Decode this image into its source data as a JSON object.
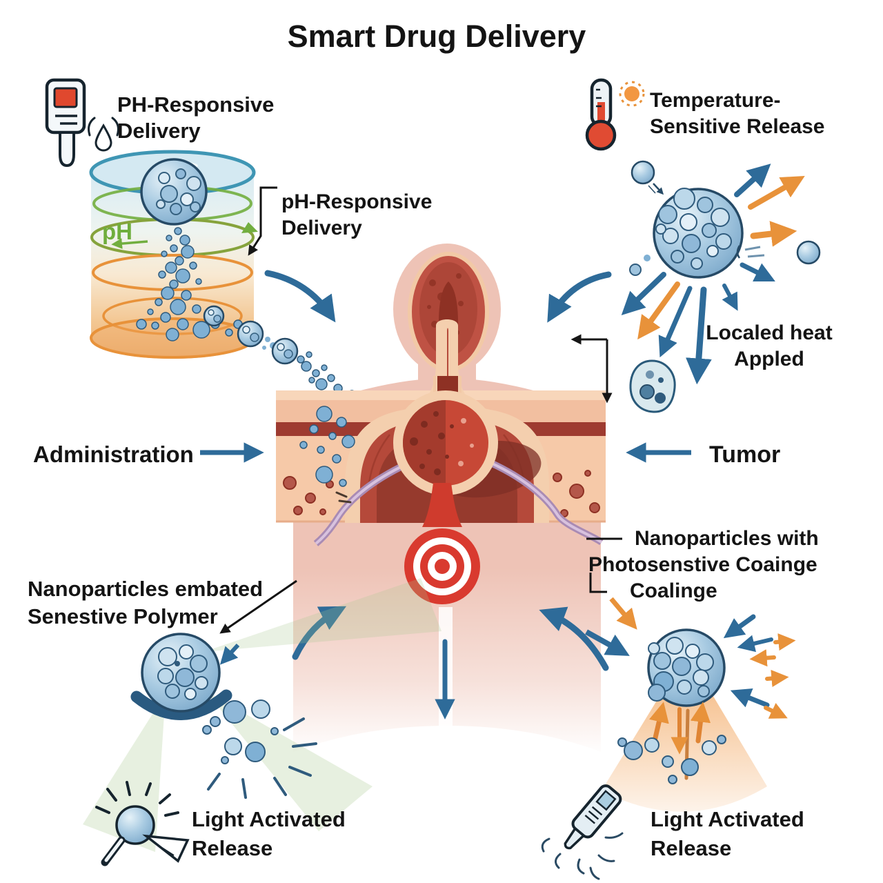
{
  "title": "Smart Drug Delivery",
  "colors": {
    "arrow_blue": "#2e6b99",
    "arrow_orange": "#e8923a",
    "ph_green": "#6fae3d",
    "target_red": "#d93a2f",
    "nanoparticle_blue": "#7fb0d4",
    "skin": "#eec3b6",
    "tissue_peach": "#f2bfa0",
    "cavity_red": "#b5493a"
  },
  "sections": {
    "ph": {
      "icon": "ph-meter-icon",
      "heading1": "PH-Responsive",
      "heading2": "Delivery",
      "callout1": "pH-Responsive",
      "callout2": "Delivery",
      "axis": "pH"
    },
    "temp": {
      "icon": "thermometer-icon",
      "heading1": "Temperature-",
      "heading2": "Sensitive Release",
      "note1": "Localed heat",
      "note2": "Appled"
    },
    "center": {
      "left": "Administration",
      "right": "Tumor"
    },
    "polymer": {
      "label1": "Nanoparticles embated",
      "label2": "Senestive Polymer",
      "icon": "glowing-sphere-icon",
      "caption1": "Light Activated",
      "caption2": "Release"
    },
    "photo": {
      "label1": "Nanoparticles with",
      "label2": "Photosenstive Coainge",
      "label3": "Coalinge",
      "icon": "light-device-icon",
      "caption1": "Light Activated",
      "caption2": "Release"
    }
  }
}
